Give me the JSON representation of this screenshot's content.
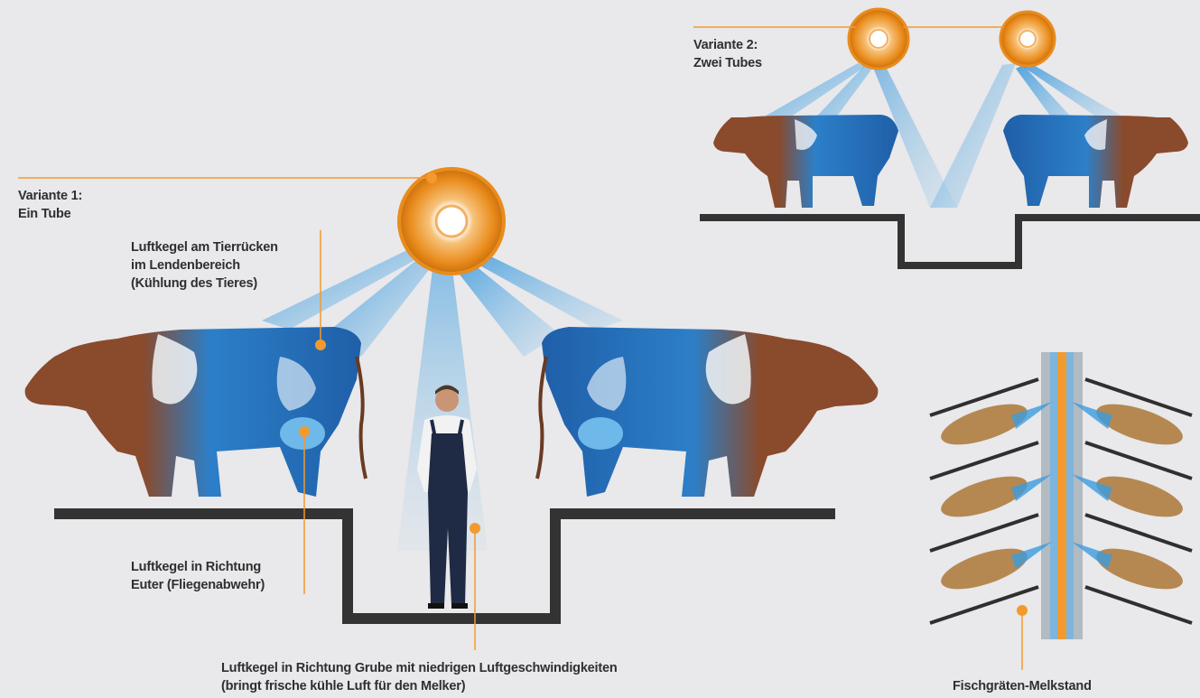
{
  "variant1": {
    "line1": "Variante 1:",
    "line2": "Ein Tube"
  },
  "variant2": {
    "line1": "Variante 2:",
    "line2": "Zwei Tubes"
  },
  "annotations": {
    "back": {
      "line1": "Luftkegel am Tierrücken",
      "line2": "im Lendenbereich",
      "line3": "(Kühlung des Tieres)"
    },
    "udder": {
      "line1": "Luftkegel in Richtung",
      "line2": "Euter (Fliegenabwehr)"
    },
    "pit": {
      "line1": "Luftkegel in Richtung Grube mit niedrigen Luftgeschwindigkeiten",
      "line2": "(bringt frische kühle Luft für den Melker)"
    },
    "parlor": {
      "line1": "Fischgräten-Melkstand"
    }
  },
  "colors": {
    "background": "#e9e8ea",
    "accent_orange": "#f29a2e",
    "floor": "#333333",
    "air_blue": "#4aa8e0",
    "cow_brown": "#8a4a2c"
  },
  "icons": [
    "tube-fan-icon",
    "cow-illustration",
    "farmer-illustration",
    "air-cone-icon",
    "callout-dot-icon"
  ]
}
